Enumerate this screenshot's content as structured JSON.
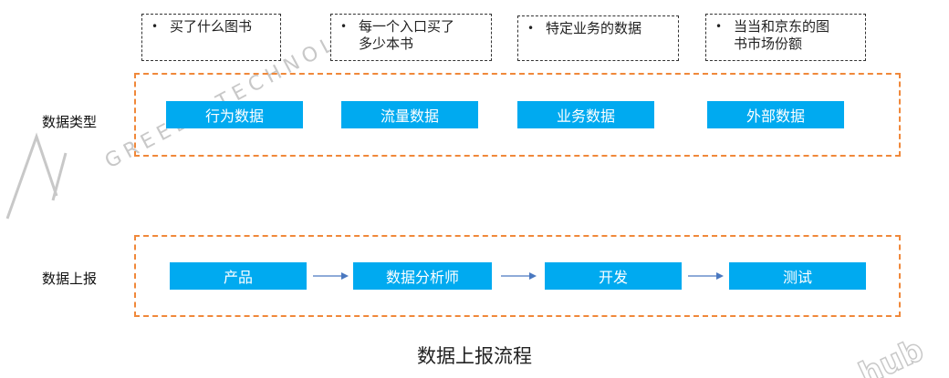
{
  "notes": [
    {
      "bullet": "•",
      "text": "买了什么图书"
    },
    {
      "bullet": "•",
      "text": "每一个入口买了\n多少本书"
    },
    {
      "bullet": "•",
      "text": "特定业务的数据"
    },
    {
      "bullet": "•",
      "text": "当当和京东的图\n书市场份额"
    }
  ],
  "rows": {
    "data_types": {
      "label": "数据类型",
      "items": [
        "行为数据",
        "流量数据",
        "业务数据",
        "外部数据"
      ]
    },
    "reporting": {
      "label": "数据上报",
      "items": [
        "产品",
        "数据分析师",
        "开发",
        "测试"
      ]
    }
  },
  "caption": "数据上报流程",
  "colors": {
    "chip": "#00aaf0",
    "group_border": "#f0883a",
    "note_border": "#333333",
    "arrow": "#4a78c0"
  }
}
